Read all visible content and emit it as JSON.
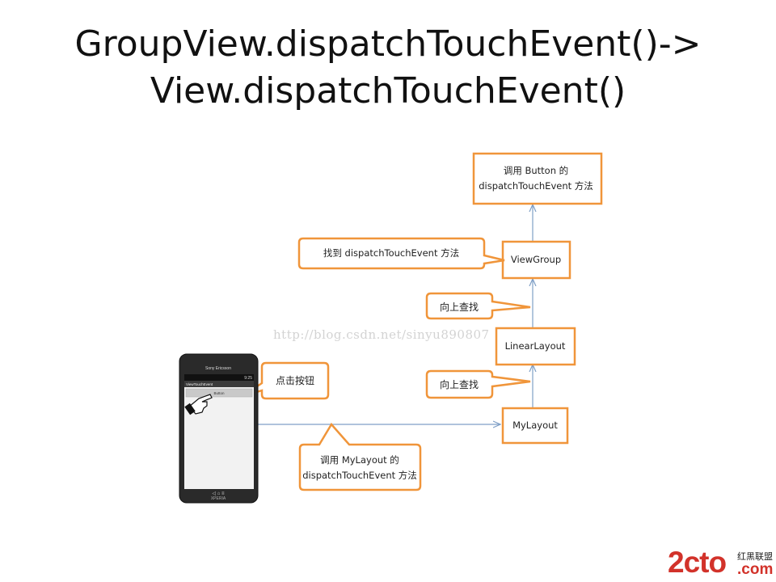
{
  "title": {
    "line1": "GroupView.dispatchTouchEvent()->",
    "line2": "View.dispatchTouchEvent()"
  },
  "nodes": {
    "button_dispatch": {
      "line1": "调用 Button 的",
      "line2": "dispatchTouchEvent  方法"
    },
    "view_group": "ViewGroup",
    "linear_layout": "LinearLayout",
    "my_layout": "MyLayout"
  },
  "callouts": {
    "found_dispatch": "找到 dispatchTouchEvent 方法",
    "search_up_1": "向上查找",
    "search_up_2": "向上查找",
    "click_button": "点击按钮",
    "call_mylayout": {
      "line1": "调用 MyLayout 的",
      "line2": "dispatchTouchEvent 方法"
    }
  },
  "phone": {
    "brand": "Sony Ericsson",
    "app_title": "ViewTouchEvent",
    "button_label": "Button",
    "clock": "9:25",
    "model": "XPERIA"
  },
  "watermark": "http://blog.csdn.net/sinyu890807",
  "logo": {
    "main": "2cto",
    "sub": "红黑联盟",
    "domain": ".com"
  },
  "colors": {
    "box_border": "#f0953a",
    "arrow": "#7f9fc6",
    "logo": "#d2322a"
  }
}
